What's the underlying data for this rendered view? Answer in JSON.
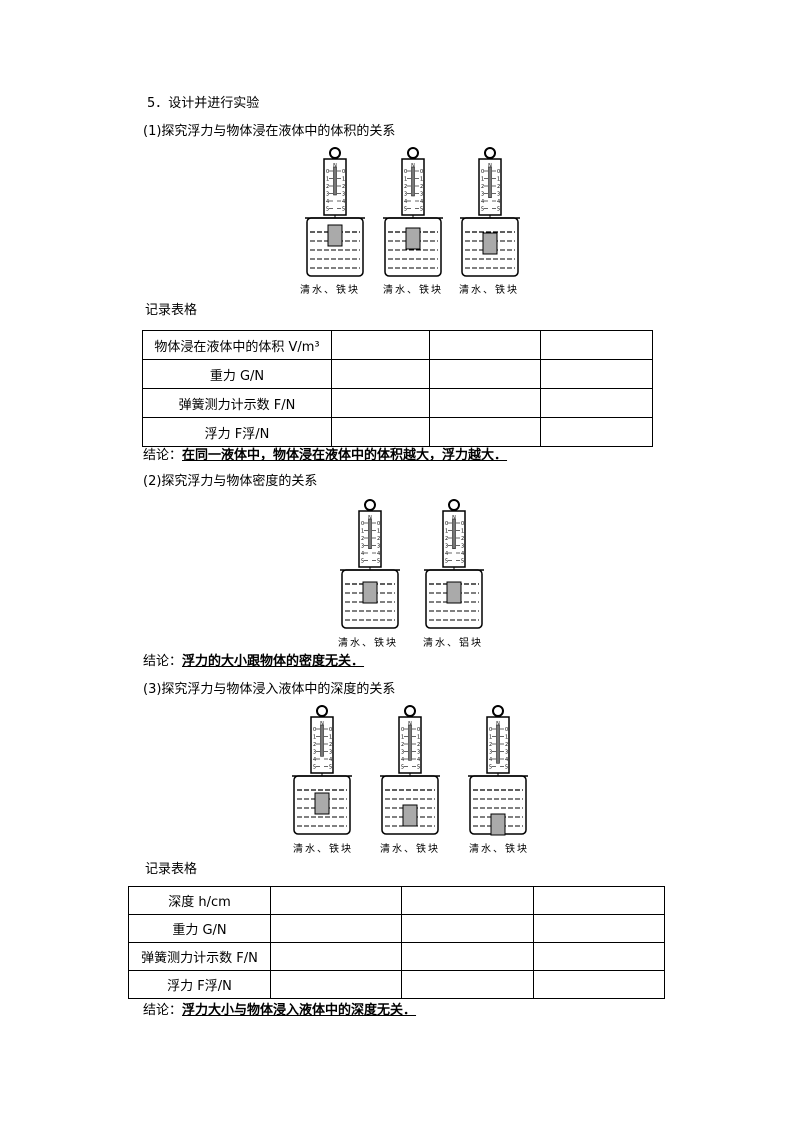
{
  "heading": "5．设计并进行实验",
  "part1": {
    "title": "(1)探究浮力与物体浸在液体中的体积的关系",
    "captions": [
      "清水、铁块",
      "清水、铁块",
      "清水、铁块"
    ],
    "table_label": "记录表格",
    "rows": [
      "物体浸在液体中的体积 V/m³",
      "重力 G/N",
      "弹簧测力计示数 F/N",
      "浮力 F浮/N"
    ],
    "conclusion_label": "结论：",
    "conclusion": "在同一液体中，物体浸在液体中的体积越大，浮力越大．"
  },
  "part2": {
    "title": "(2)探究浮力与物体密度的关系",
    "captions": [
      "清水、铁块",
      "清水、铝块"
    ],
    "conclusion_label": "结论：",
    "conclusion": "浮力的大小跟物体的密度无关．"
  },
  "part3": {
    "title": "(3)探究浮力与物体浸入液体中的深度的关系",
    "captions": [
      "清水、铁块",
      "清水、铁块",
      "清水、铁块"
    ],
    "table_label": "记录表格",
    "rows": [
      "深度 h/cm",
      "重力 G/N",
      "弹簧测力计示数 F/N",
      "浮力 F浮/N"
    ],
    "conclusion_label": "结论：",
    "conclusion": "浮力大小与物体浸入液体中的深度无关．"
  }
}
